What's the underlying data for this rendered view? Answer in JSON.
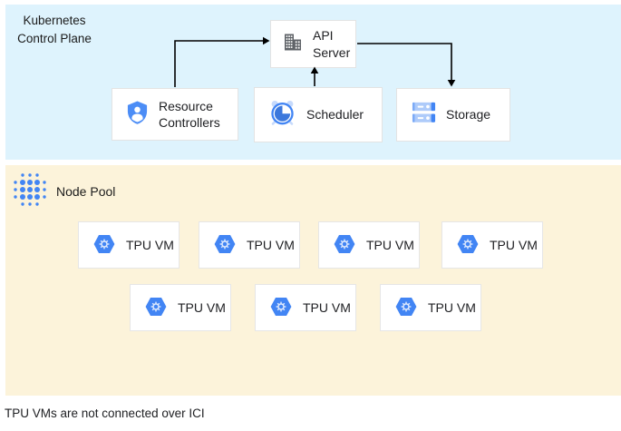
{
  "control_plane": {
    "title": "Kubernetes Control Plane",
    "api_server": "API Server",
    "resource_controllers": "Resource Controllers",
    "scheduler": "Scheduler",
    "storage": "Storage"
  },
  "node_pool": {
    "title": "Node Pool",
    "vms": [
      "TPU VM",
      "TPU VM",
      "TPU VM",
      "TPU VM",
      "TPU VM",
      "TPU VM",
      "TPU VM"
    ]
  },
  "caption": "TPU VMs are not connected over ICI",
  "icons": {
    "api_server": "building-icon",
    "resource_controllers": "shield-user-icon",
    "scheduler": "alarm-clock-icon",
    "storage": "server-stack-icon",
    "node_pool": "dots-cluster-icon",
    "tpu_vm": "hexagon-gear-icon"
  },
  "colors": {
    "control_plane_bg": "#def3fd",
    "node_pool_bg": "#fcf3da",
    "google_blue": "#4285f4",
    "dark_blue": "#3c78dc",
    "light_blue": "#aecbfa",
    "icon_gray": "#5f6368",
    "box_border": "#e3e3e3",
    "arrow": "#000000",
    "text": "#202124"
  }
}
